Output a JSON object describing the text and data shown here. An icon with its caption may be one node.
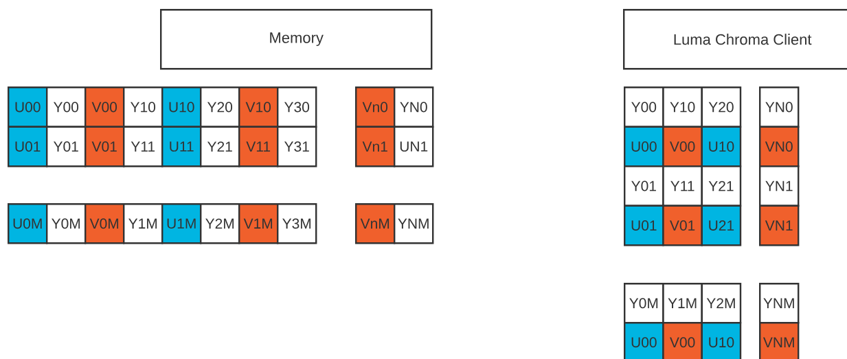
{
  "diagram": {
    "nodes": [
      {
        "text": [
          "Memory"
        ]
      },
      {
        "text": [
          "Luma Chroma Client"
        ]
      },
      {
        "text": [
          "U00"
        ]
      },
      {
        "text": [
          "Y00"
        ]
      },
      {
        "text": [
          "V00"
        ]
      },
      {
        "text": [
          "Y10"
        ]
      },
      {
        "text": [
          "U10"
        ]
      },
      {
        "text": [
          "Y20"
        ]
      },
      {
        "text": [
          "V10"
        ]
      },
      {
        "text": [
          "Y30"
        ]
      },
      {
        "text": [
          "U01"
        ]
      },
      {
        "text": [
          "Y01"
        ]
      },
      {
        "text": [
          "V01"
        ]
      },
      {
        "text": [
          "Y11"
        ]
      },
      {
        "text": [
          "U11"
        ]
      },
      {
        "text": [
          "Y21"
        ]
      },
      {
        "text": [
          "V11"
        ]
      },
      {
        "text": [
          "Y31"
        ]
      },
      {
        "text": [
          "Vn0"
        ]
      },
      {
        "text": [
          "YN0"
        ]
      },
      {
        "text": [
          "Vn1"
        ]
      },
      {
        "text": [
          "UN1"
        ]
      },
      {
        "text": [
          "U0M"
        ]
      },
      {
        "text": [
          "Y0M"
        ]
      },
      {
        "text": [
          "V0M"
        ]
      },
      {
        "text": [
          "Y1M"
        ]
      },
      {
        "text": [
          "U1M"
        ]
      },
      {
        "text": [
          "Y2M"
        ]
      },
      {
        "text": [
          "V1M"
        ]
      },
      {
        "text": [
          "Y3M"
        ]
      },
      {
        "text": [
          "VnM"
        ]
      },
      {
        "text": [
          "YNM"
        ]
      },
      {
        "text": [
          "Y00"
        ]
      },
      {
        "text": [
          "Y10"
        ]
      },
      {
        "text": [
          "Y20"
        ]
      },
      {
        "text": [
          "U00"
        ]
      },
      {
        "text": [
          "V00"
        ]
      },
      {
        "text": [
          "U10"
        ]
      },
      {
        "text": [
          "Y01"
        ]
      },
      {
        "text": [
          "Y11"
        ]
      },
      {
        "text": [
          "Y21"
        ]
      },
      {
        "text": [
          "U01"
        ]
      },
      {
        "text": [
          "V01"
        ]
      },
      {
        "text": [
          "U21"
        ]
      },
      {
        "text": [
          "YN0"
        ]
      },
      {
        "text": [
          "VN0"
        ]
      },
      {
        "text": [
          "YN1"
        ]
      },
      {
        "text": [
          "VN1"
        ]
      },
      {
        "text": [
          "Y0M"
        ]
      },
      {
        "text": [
          "Y1M"
        ]
      },
      {
        "text": [
          "Y2M"
        ]
      },
      {
        "text": [
          "U00"
        ]
      },
      {
        "text": [
          "V00"
        ]
      },
      {
        "text": [
          "U10"
        ]
      },
      {
        "text": [
          "YNM"
        ]
      },
      {
        "text": [
          "VNM"
        ]
      }
    ]
  }
}
